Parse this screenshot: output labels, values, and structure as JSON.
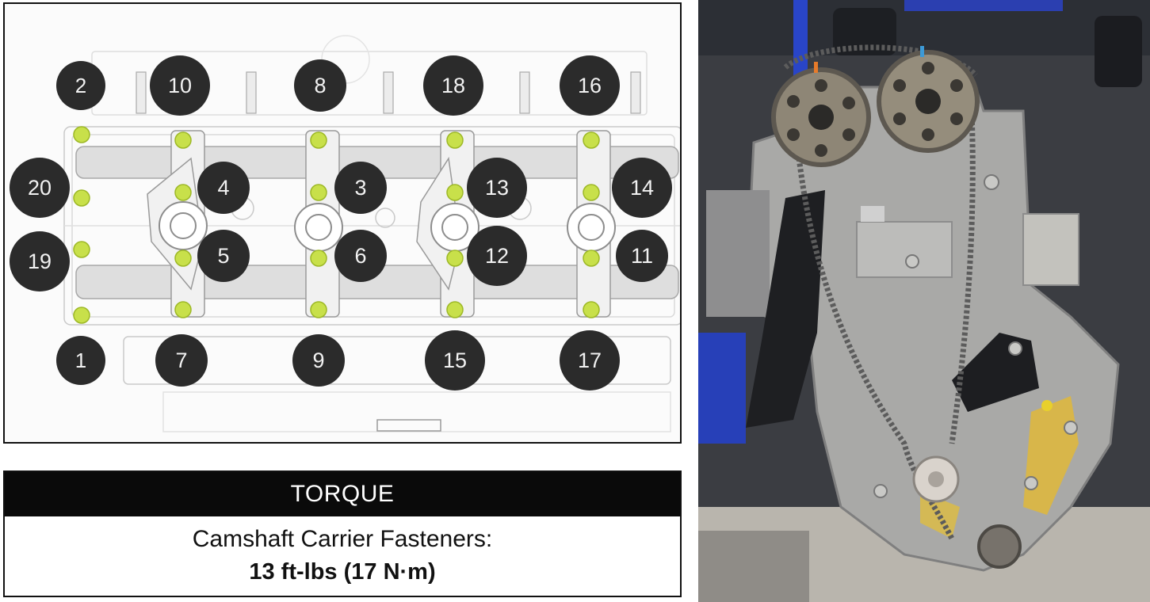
{
  "diagram": {
    "bolt_labels": [
      "2",
      "10",
      "8",
      "18",
      "16",
      "20",
      "4",
      "3",
      "13",
      "14",
      "19",
      "5",
      "6",
      "12",
      "11",
      "1",
      "7",
      "9",
      "15",
      "17"
    ]
  },
  "torque": {
    "header": "TORQUE",
    "item": "Camshaft Carrier Fasteners:",
    "value": "13 ft-lbs (17 N·m)"
  },
  "colors": {
    "bolt_marker": "#c8e04a",
    "label_circle": "#2b2b2b",
    "header_bg": "#0a0a0a"
  }
}
